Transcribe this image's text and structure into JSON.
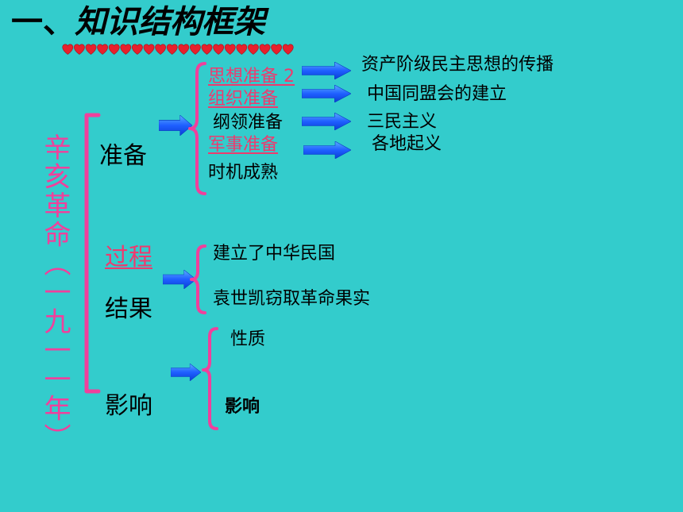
{
  "colors": {
    "background": "#33cccc",
    "pink": "#f0409c",
    "link": "#ee3a6e",
    "arrow": "#1f5fff",
    "hearts": "#e8202c"
  },
  "icons": {
    "divider": "heart-icon",
    "connector": "arrow-right-icon",
    "grouping": "curly-brace-icon"
  },
  "title": {
    "prefix": "一、",
    "main": "知识结构框架"
  },
  "topic": "辛亥革命（一九一一年）",
  "preparation": {
    "label": "准备",
    "items": [
      {
        "label": "思想准备 2",
        "outcome": "资产阶级民主思想的传播"
      },
      {
        "label": "组织准备",
        "outcome": "中国同盟会的建立"
      },
      {
        "label": "纲领准备",
        "outcome": "三民主义"
      },
      {
        "label": "军事准备",
        "outcome": "各地起义"
      },
      {
        "label": "时机成熟"
      }
    ]
  },
  "process": {
    "label": "过程"
  },
  "result": {
    "label": "结果",
    "items": [
      "建立了中华民国",
      "袁世凯窃取革命果实"
    ]
  },
  "impact": {
    "label": "影响",
    "items": [
      "性质",
      "影响"
    ]
  }
}
